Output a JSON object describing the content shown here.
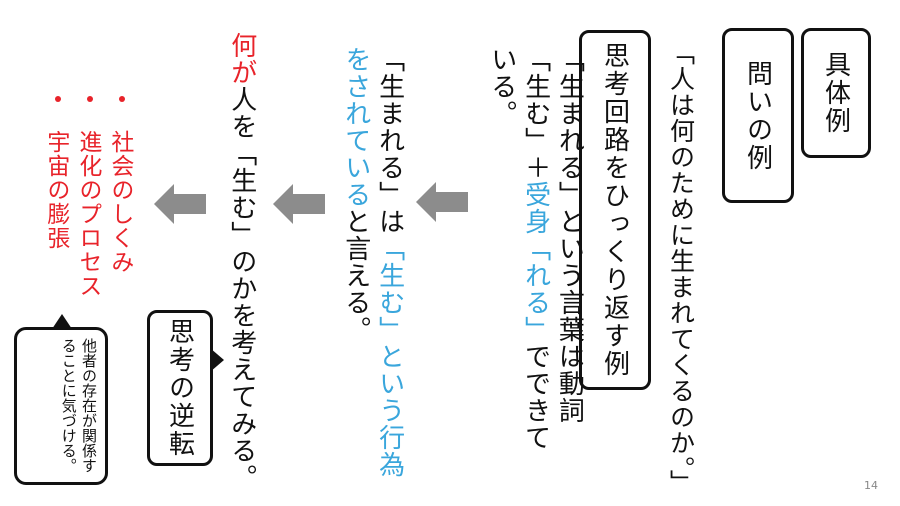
{
  "labels": {
    "concrete": "具体例",
    "question": "問いの例",
    "reverse": "思考回路をひっくり返す例",
    "inversion": "思考の逆転"
  },
  "question_text": "「人は何のために生まれてくるのか。」",
  "paragraph2": {
    "a": "「生まれる」という言葉は動詞「生む」＋",
    "b": "受身「れる」",
    "c": "でできている。"
  },
  "paragraph3": {
    "a": "「生まれる」は",
    "b": "「生む」という行為をされている",
    "c": "と言える。"
  },
  "paragraph4": {
    "a": "何が",
    "b": "人を「生む」のかを考えてみる。"
  },
  "answers": [
    "社会のしくみ",
    "進化のプロセス",
    "宇宙の膨張"
  ],
  "callout": "他者の存在が関係することに気づける。",
  "page_number": "14",
  "colors": {
    "accent_blue": "#3aa6dc",
    "accent_red": "#e8232a",
    "arrow_gray": "#8c8c8c"
  }
}
